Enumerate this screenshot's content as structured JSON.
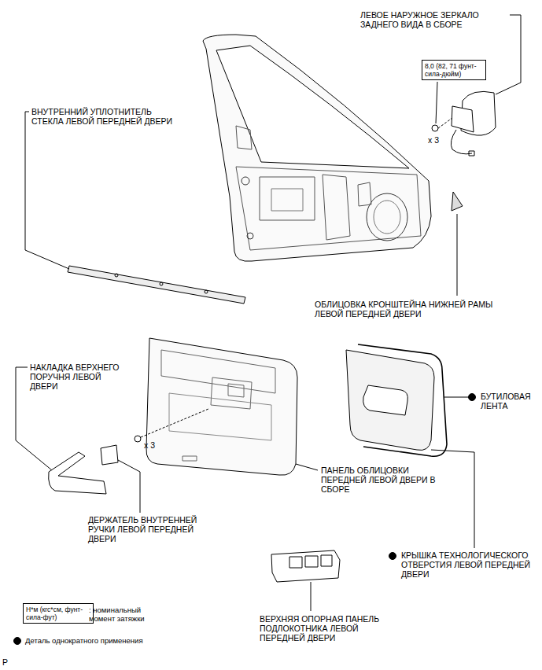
{
  "diagram": {
    "nodes": [
      {
        "text": [
          "8,0 (82, 71 фунт-сила-дюйм)"
        ]
      },
      {
        "text": [
          "Н*м (кгс*см, фунт-сила-фут)"
        ]
      }
    ],
    "edges": [],
    "labels": [
      "ЛЕВОЕ НАРУЖНОЕ ЗЕРКАЛО ЗАДНЕГО ВИДА В СБОРЕ",
      "x 3",
      "ВНУТРЕННИЙ УПЛОТНИТЕЛЬ СТЕКЛА ЛЕВОЙ ПЕРЕДНЕЙ ДВЕРИ",
      "ОБЛИЦОВКА КРОНШТЕЙНА НИЖНЕЙ РАМЫ ЛЕВОЙ ПЕРЕДНЕЙ ДВЕРИ",
      "НАКЛАДКА ВЕРХНЕГО ПОРУЧНЯ ЛЕВОЙ ДВЕРИ",
      "x 3",
      "БУТИЛОВАЯ ЛЕНТА",
      "ПАНЕЛЬ ОБЛИЦОВКИ ПЕРЕДНЕЙ ЛЕВОЙ ДВЕРИ В СБОРЕ",
      "ДЕРЖАТЕЛЬ ВНУТРЕННЕЙ РУЧКИ ЛЕВОЙ ПЕРЕДНЕЙ ДВЕРИ",
      "КРЫШКА ТЕХНОЛОГИЧЕСКОГО ОТВЕРСТИЯ ЛЕВОЙ ПЕРЕДНЕЙ ДВЕРИ",
      "ВЕРХНЯЯ ОПОРНАЯ ПАНЕЛЬ ПОДЛОКОТНИКА ЛЕВОЙ ПЕРЕДНЕЙ ДВЕРИ",
      "P"
    ],
    "legend": [
      {
        "text": ": номинальный момент затяжки"
      },
      {
        "text": "Деталь однократного применения"
      }
    ]
  }
}
